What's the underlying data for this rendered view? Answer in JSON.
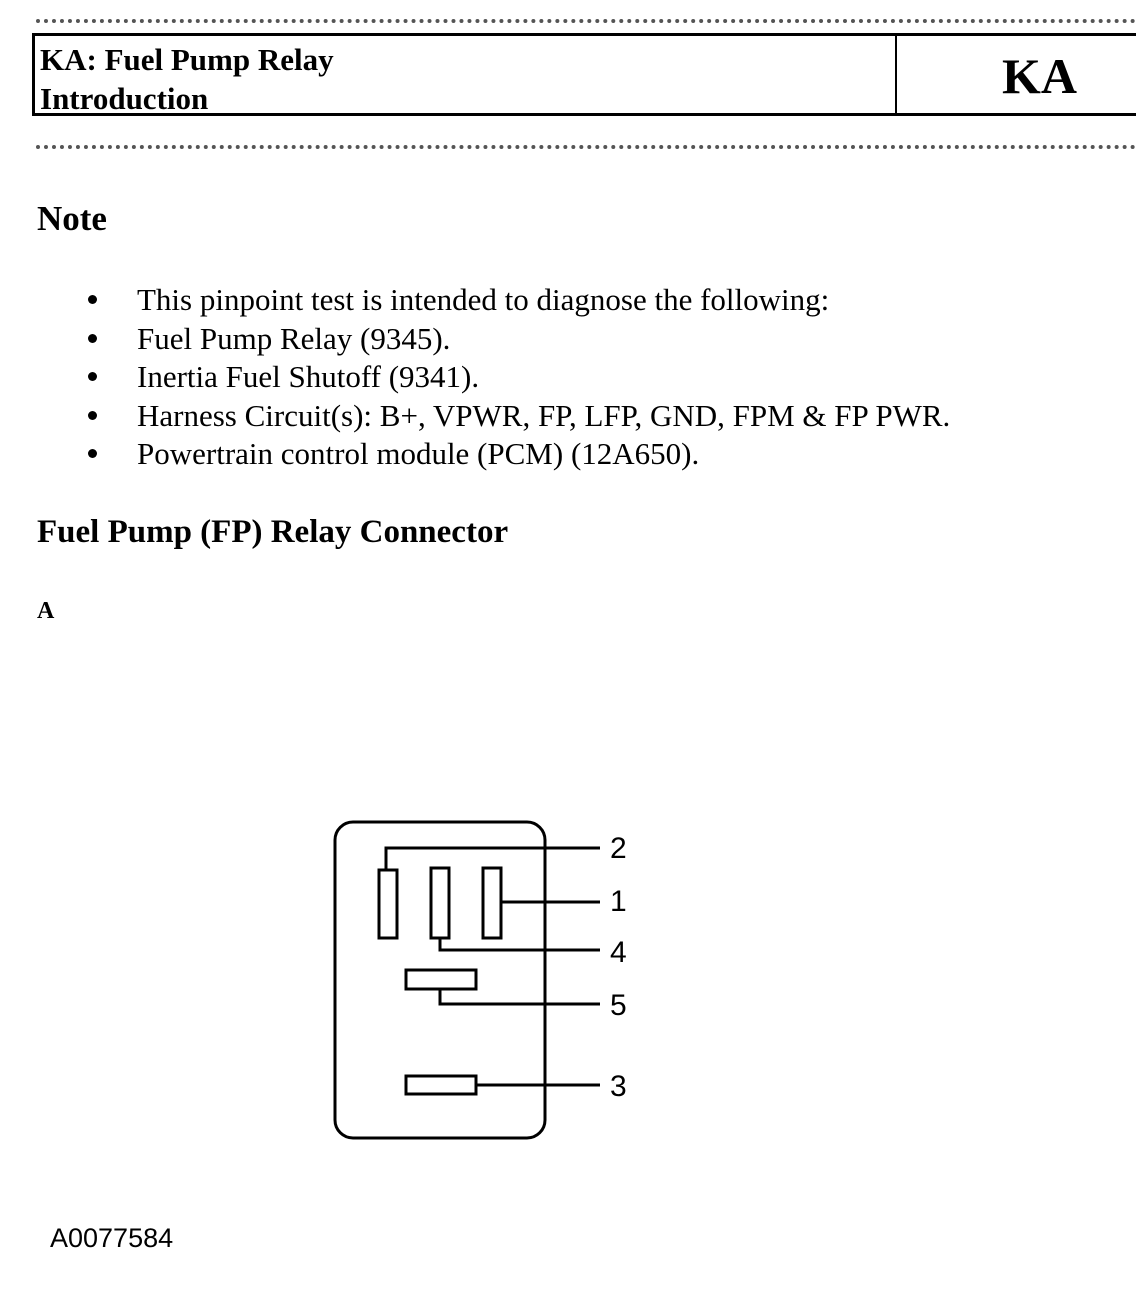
{
  "header": {
    "title_line1": "KA: Fuel Pump Relay",
    "title_line2": "Introduction",
    "code": "KA"
  },
  "note": {
    "heading": "Note",
    "items": [
      "This pinpoint test is intended to diagnose the following:",
      "Fuel Pump Relay (9345).",
      "Inertia Fuel Shutoff (9341).",
      "Harness Circuit(s): B+, VPWR, FP, LFP, GND, FPM & FP PWR.",
      "Powertrain control module (PCM) (12A650)."
    ]
  },
  "connector_section": {
    "heading": "Fuel Pump (FP) Relay Connector",
    "view_label": "A",
    "pin_labels": {
      "pin2": "2",
      "pin1": "1",
      "pin4": "4",
      "pin5": "5",
      "pin3": "3"
    },
    "diagram_id": "A0077584"
  }
}
